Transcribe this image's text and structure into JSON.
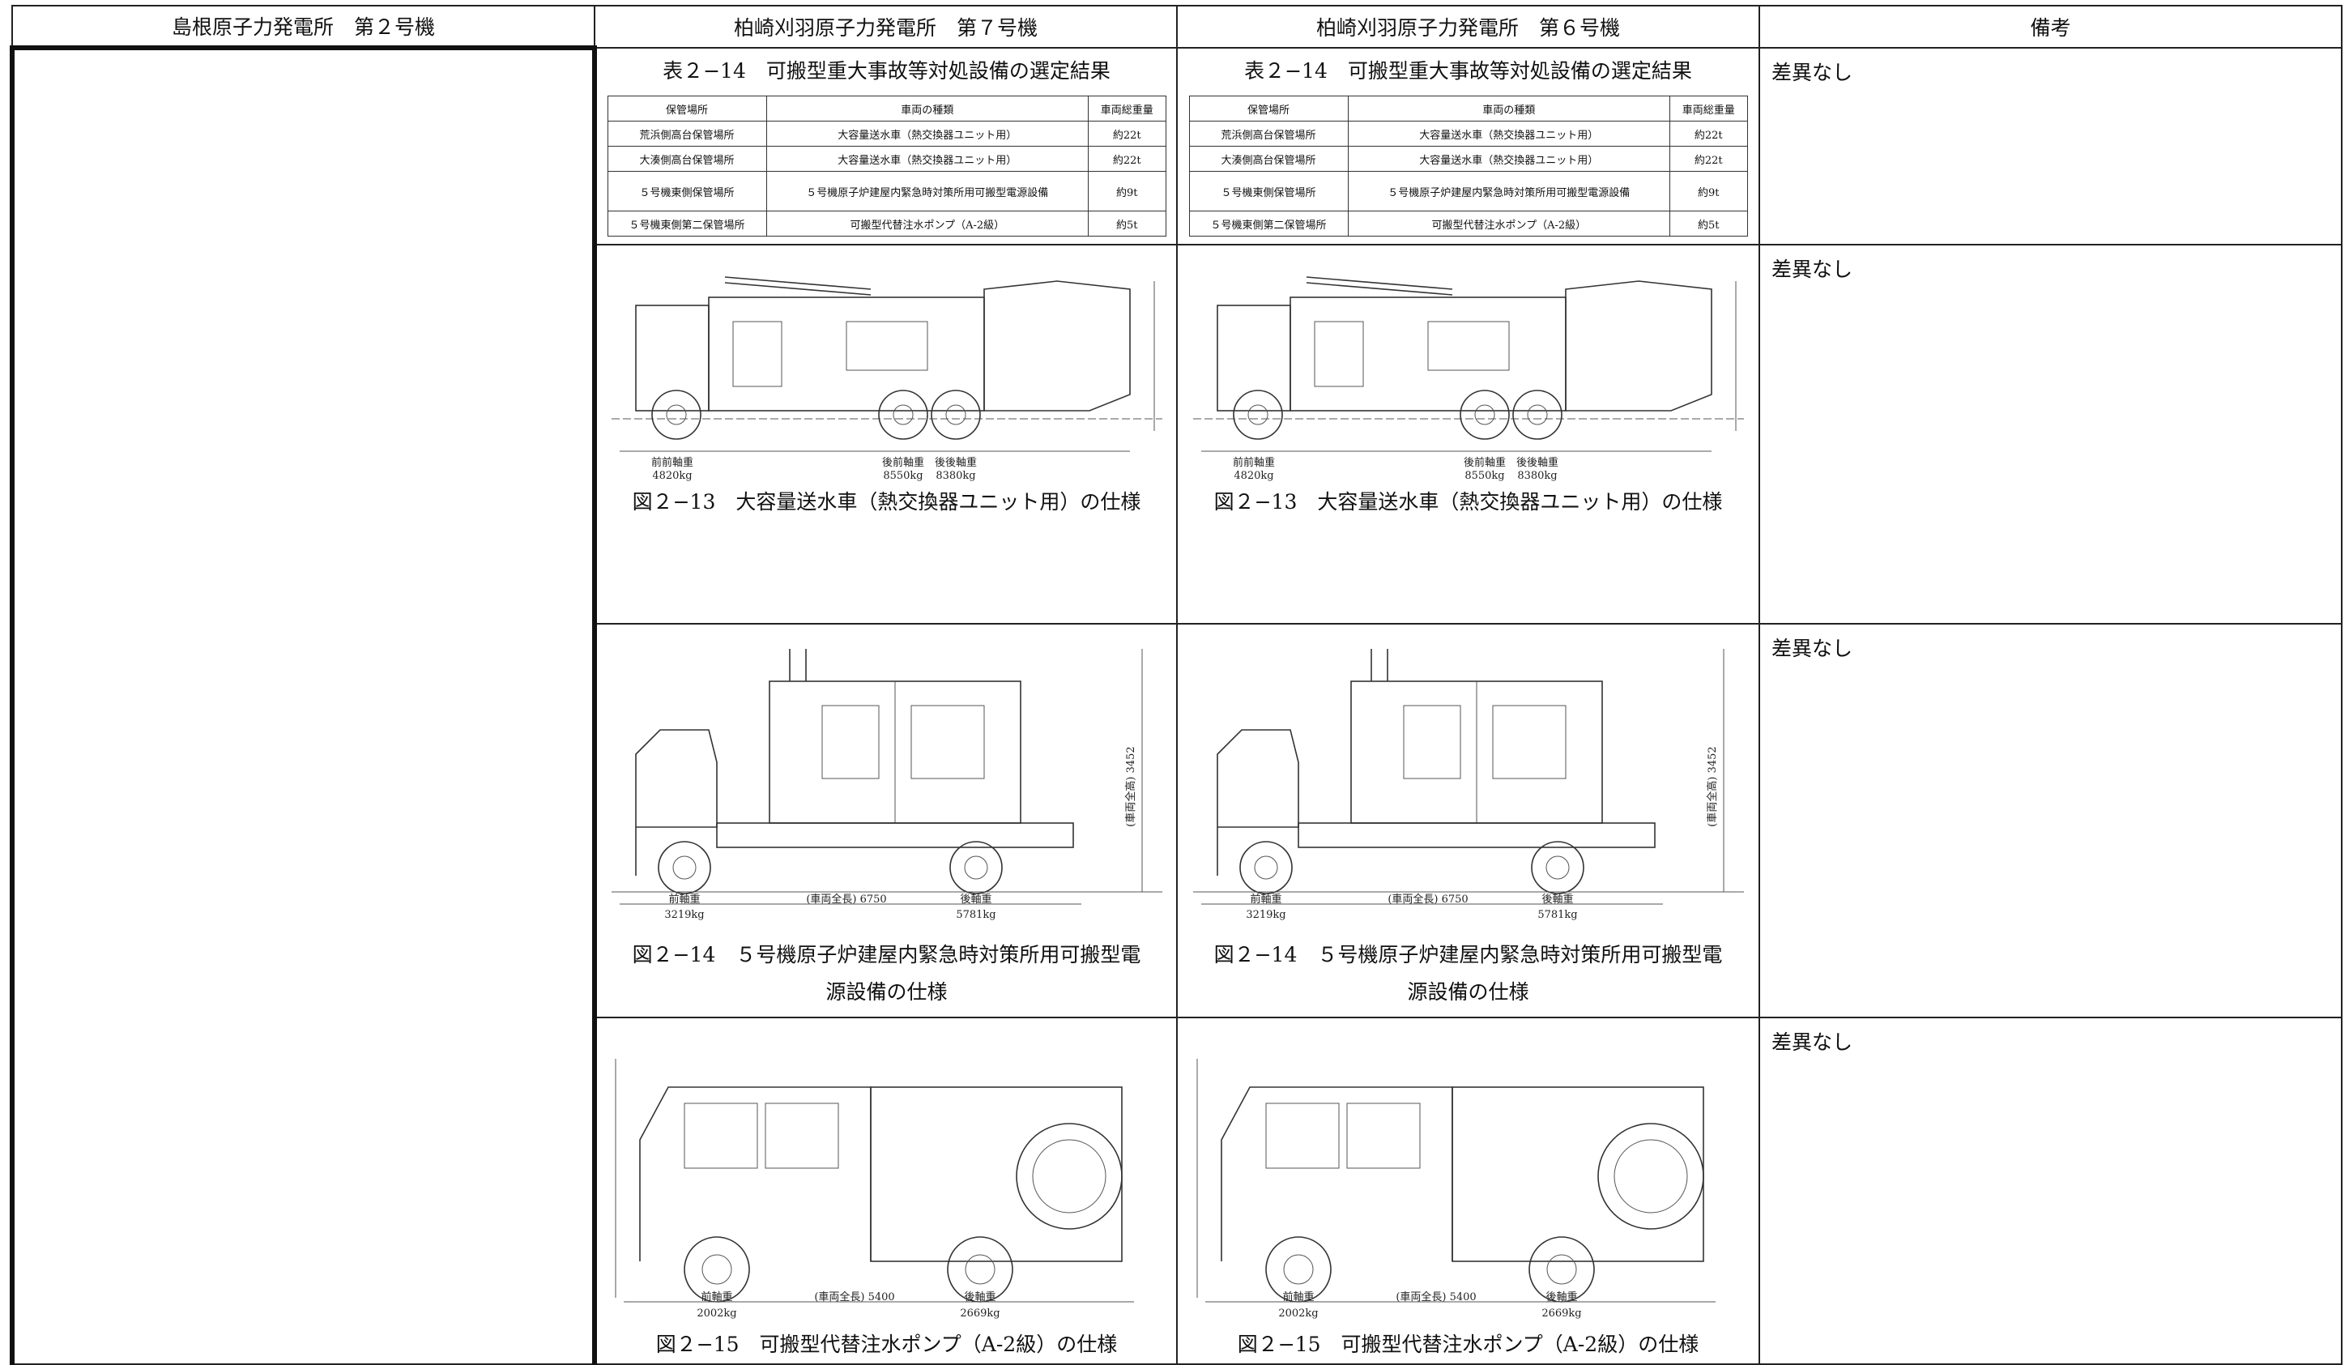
{
  "headers": [
    "島根原子力発電所　第２号機",
    "柏崎刈羽原子力発電所　第７号機",
    "柏崎刈羽原子力発電所　第６号機",
    "備考"
  ],
  "table_2_14": {
    "title": "表２−14　可搬型重大事故等対処設備の選定結果",
    "columns": [
      "保管場所",
      "車両の種類",
      "車両総重量"
    ],
    "rows": [
      [
        "荒浜側高台保管場所",
        "大容量送水車（熱交換器ユニット用）",
        "約22t"
      ],
      [
        "大湊側高台保管場所",
        "大容量送水車（熱交換器ユニット用）",
        "約22t"
      ],
      [
        "５号機東側保管場所",
        "５号機原子炉建屋内緊急時対策所用可搬型電源設備",
        "約9t"
      ],
      [
        "５号機東側第二保管場所",
        "可搬型代替注水ポンプ（A-2級）",
        "約5t"
      ]
    ]
  },
  "fig_2_13": {
    "caption": "図２−13　大容量送水車（熱交換器ユニット用）の仕様",
    "labels": {
      "front": "前前軸重",
      "front_w": "4820kg",
      "rear1": "後前軸重",
      "rear1_w": "8550kg",
      "rear2": "後後軸重",
      "rear2_w": "8380kg"
    }
  },
  "fig_2_14": {
    "caption_l1": "図２−14　５号機原子炉建屋内緊急時対策所用可搬型電",
    "caption_l2": "源設備の仕様",
    "labels": {
      "front": "前軸重",
      "front_w": "3219kg",
      "rear": "後軸重",
      "rear_w": "5781kg",
      "length": "(車両全長) 6750",
      "height": "(車両全高) 3452"
    }
  },
  "fig_2_15": {
    "caption": "図２−15　可搬型代替注水ポンプ（A-2級）の仕様",
    "labels": {
      "front": "前軸重",
      "front_w": "2002kg",
      "rear": "後軸重",
      "rear_w": "2669kg",
      "length": "(車両全長) 5400"
    }
  },
  "remarks": [
    "差異なし",
    "差異なし",
    "差異なし",
    "差異なし"
  ]
}
